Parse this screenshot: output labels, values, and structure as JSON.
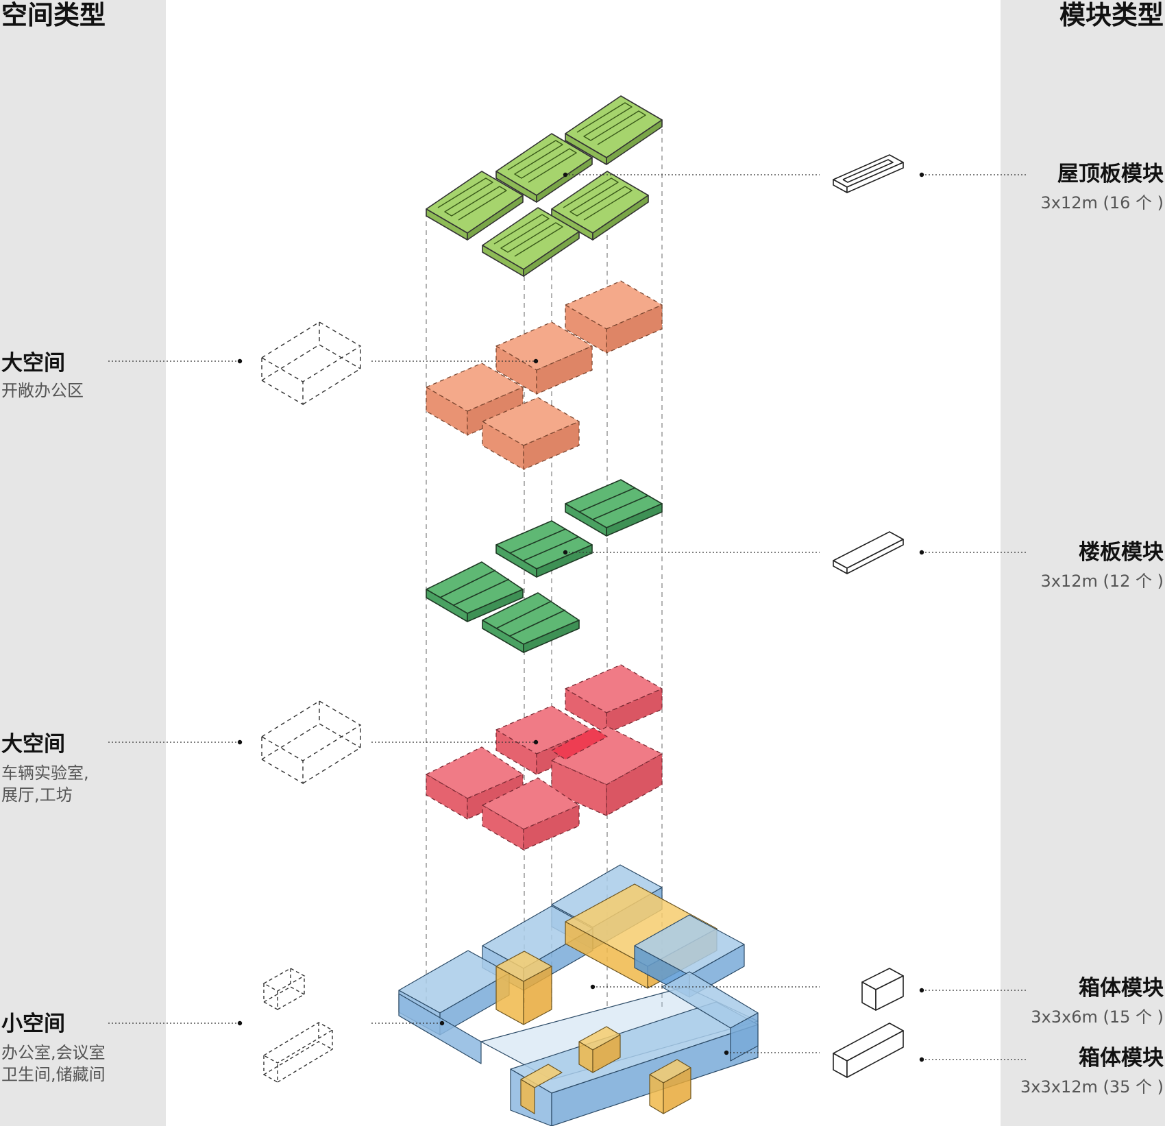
{
  "left_panel": {
    "title": "空间类型",
    "groups": [
      {
        "name": "大空间",
        "desc": [
          "开敞办公区"
        ]
      },
      {
        "name": "大空间",
        "desc": [
          "车辆实验室,",
          "展厅,工坊"
        ]
      },
      {
        "name": "小空间",
        "desc": [
          "办公室,会议室",
          "卫生间,储藏间"
        ]
      }
    ]
  },
  "right_panel": {
    "title": "模块类型",
    "modules": [
      {
        "name": "屋顶板模块",
        "spec": "3x12m (16 个 )"
      },
      {
        "name": "楼板模块",
        "spec": "3x12m (12 个 )"
      },
      {
        "name": "箱体模块",
        "spec": "3x3x6m (15 个 )"
      },
      {
        "name": "箱体模块",
        "spec": "3x3x12m (35 个 )"
      }
    ]
  },
  "colors": {
    "panel_bg": "#e6e6e6",
    "roof": "#a6d46d",
    "office": "#f4a98a",
    "floor": "#5fb874",
    "lab": "#f07b86",
    "box_blue": "#a8cbe9",
    "box_yellow": "#f6cd6e"
  },
  "icons": [
    "roof-slab-icon",
    "floor-slab-icon",
    "box-6m-icon",
    "box-12m-icon",
    "dashed-box-icon"
  ]
}
